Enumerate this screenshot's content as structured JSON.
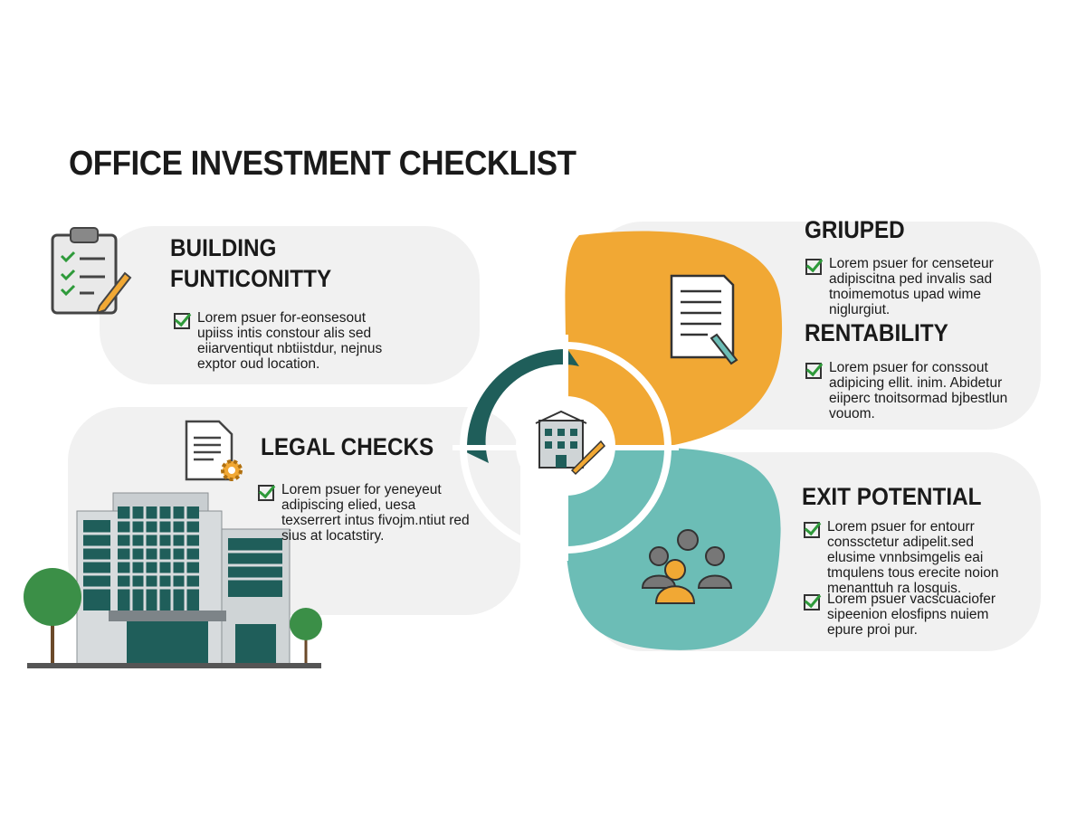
{
  "title": "OFFICE INVESTMENT CHECKLIST",
  "sections": {
    "building": {
      "heading1": "BUILDING",
      "heading2": "FUNTICONITTY",
      "items": [
        "Lorem psuer for-eonsesout upiiss intis constour alis sed eiiarventiqut nbtiistdur, nejnus exptor oud location."
      ]
    },
    "legal": {
      "heading": "LEGAL CHECKS",
      "items": [
        "Lorem psuer for yeneyeut adipiscing elied, uesa texserrert intus fivojm.ntiut red sius at locatstiry."
      ]
    },
    "griuped": {
      "heading": "GRIUPED",
      "items": [
        "Lorem psuer for censeteur adipiscitna ped invalis sad tnoimemotus upad wime niglurgiut."
      ]
    },
    "rentability": {
      "heading": "RENTABILITY",
      "items": [
        "Lorem psuer for conssout adipicing ellit. inim. Abidetur eiiperc tnoitsormad bjbestlun vouom."
      ]
    },
    "exit": {
      "heading": "EXIT POTENTIAL",
      "items": [
        "Lorem psuer for entourr conssctetur adipelit.sed elusime vnnbsimgelis eai tmqulens tous erecite noion menanttuh ra losquis.",
        "Lorem psuer vacscuaciofer sipeenion elosfipns nuiem epure proi pur."
      ]
    }
  },
  "colors": {
    "orange": "#f1a834",
    "dark_teal": "#1f5e5a",
    "teal": "#6cbdb6",
    "check": "#2e9a3a"
  }
}
